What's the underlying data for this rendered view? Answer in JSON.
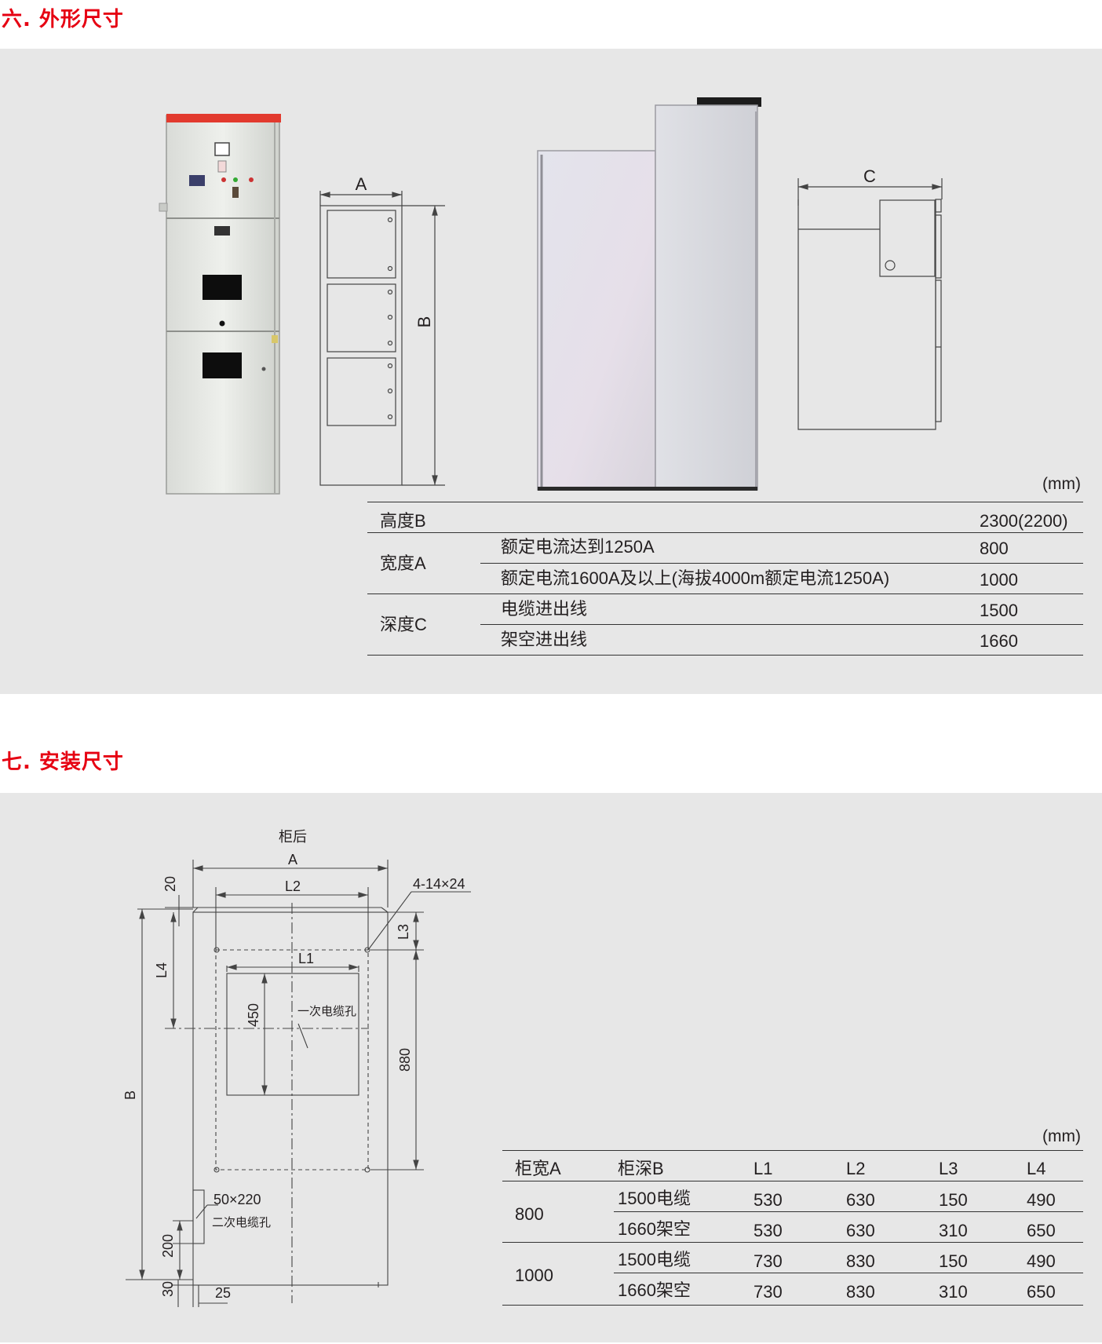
{
  "sections": {
    "outline": {
      "title": "六. 外形尺寸"
    },
    "install": {
      "title": "七. 安装尺寸"
    }
  },
  "outline_drawing": {
    "front_label_a": "A",
    "front_label_b": "B",
    "side_label_c": "C"
  },
  "outline_table": {
    "unit": "(mm)",
    "height_label": "高度B",
    "height_value": "2300(2200)",
    "width_label": "宽度A",
    "width_rows": [
      {
        "desc": "额定电流达到1250A",
        "value": "800"
      },
      {
        "desc": "额定电流1600A及以上(海拔4000m额定电流1250A)",
        "value": "1000"
      }
    ],
    "depth_label": "深度C",
    "depth_rows": [
      {
        "desc": "电缆进出线",
        "value": "1500"
      },
      {
        "desc": "架空进出线",
        "value": "1660"
      }
    ]
  },
  "install_drawing": {
    "rear_label": "柜后",
    "a": "A",
    "l2": "L2",
    "l1": "L1",
    "l3": "L3",
    "l4": "L4",
    "b": "B",
    "d20": "20",
    "d450": "450",
    "d880": "880",
    "d200": "200",
    "d30": "30",
    "d25": "25",
    "holes": "4-14×24",
    "primary_hole": "一次电缆孔",
    "secondary_size": "50×220",
    "secondary_hole": "二次电缆孔"
  },
  "install_table": {
    "unit": "(mm)",
    "headers": [
      "柜宽A",
      "柜深B",
      "L1",
      "L2",
      "L3",
      "L4"
    ],
    "groups": [
      {
        "width": "800",
        "rows": [
          [
            "1500电缆",
            "530",
            "630",
            "150",
            "490"
          ],
          [
            "1660架空",
            "530",
            "630",
            "310",
            "650"
          ]
        ]
      },
      {
        "width": "1000",
        "rows": [
          [
            "1500电缆",
            "730",
            "830",
            "150",
            "490"
          ],
          [
            "1660架空",
            "730",
            "830",
            "310",
            "650"
          ]
        ]
      }
    ]
  }
}
